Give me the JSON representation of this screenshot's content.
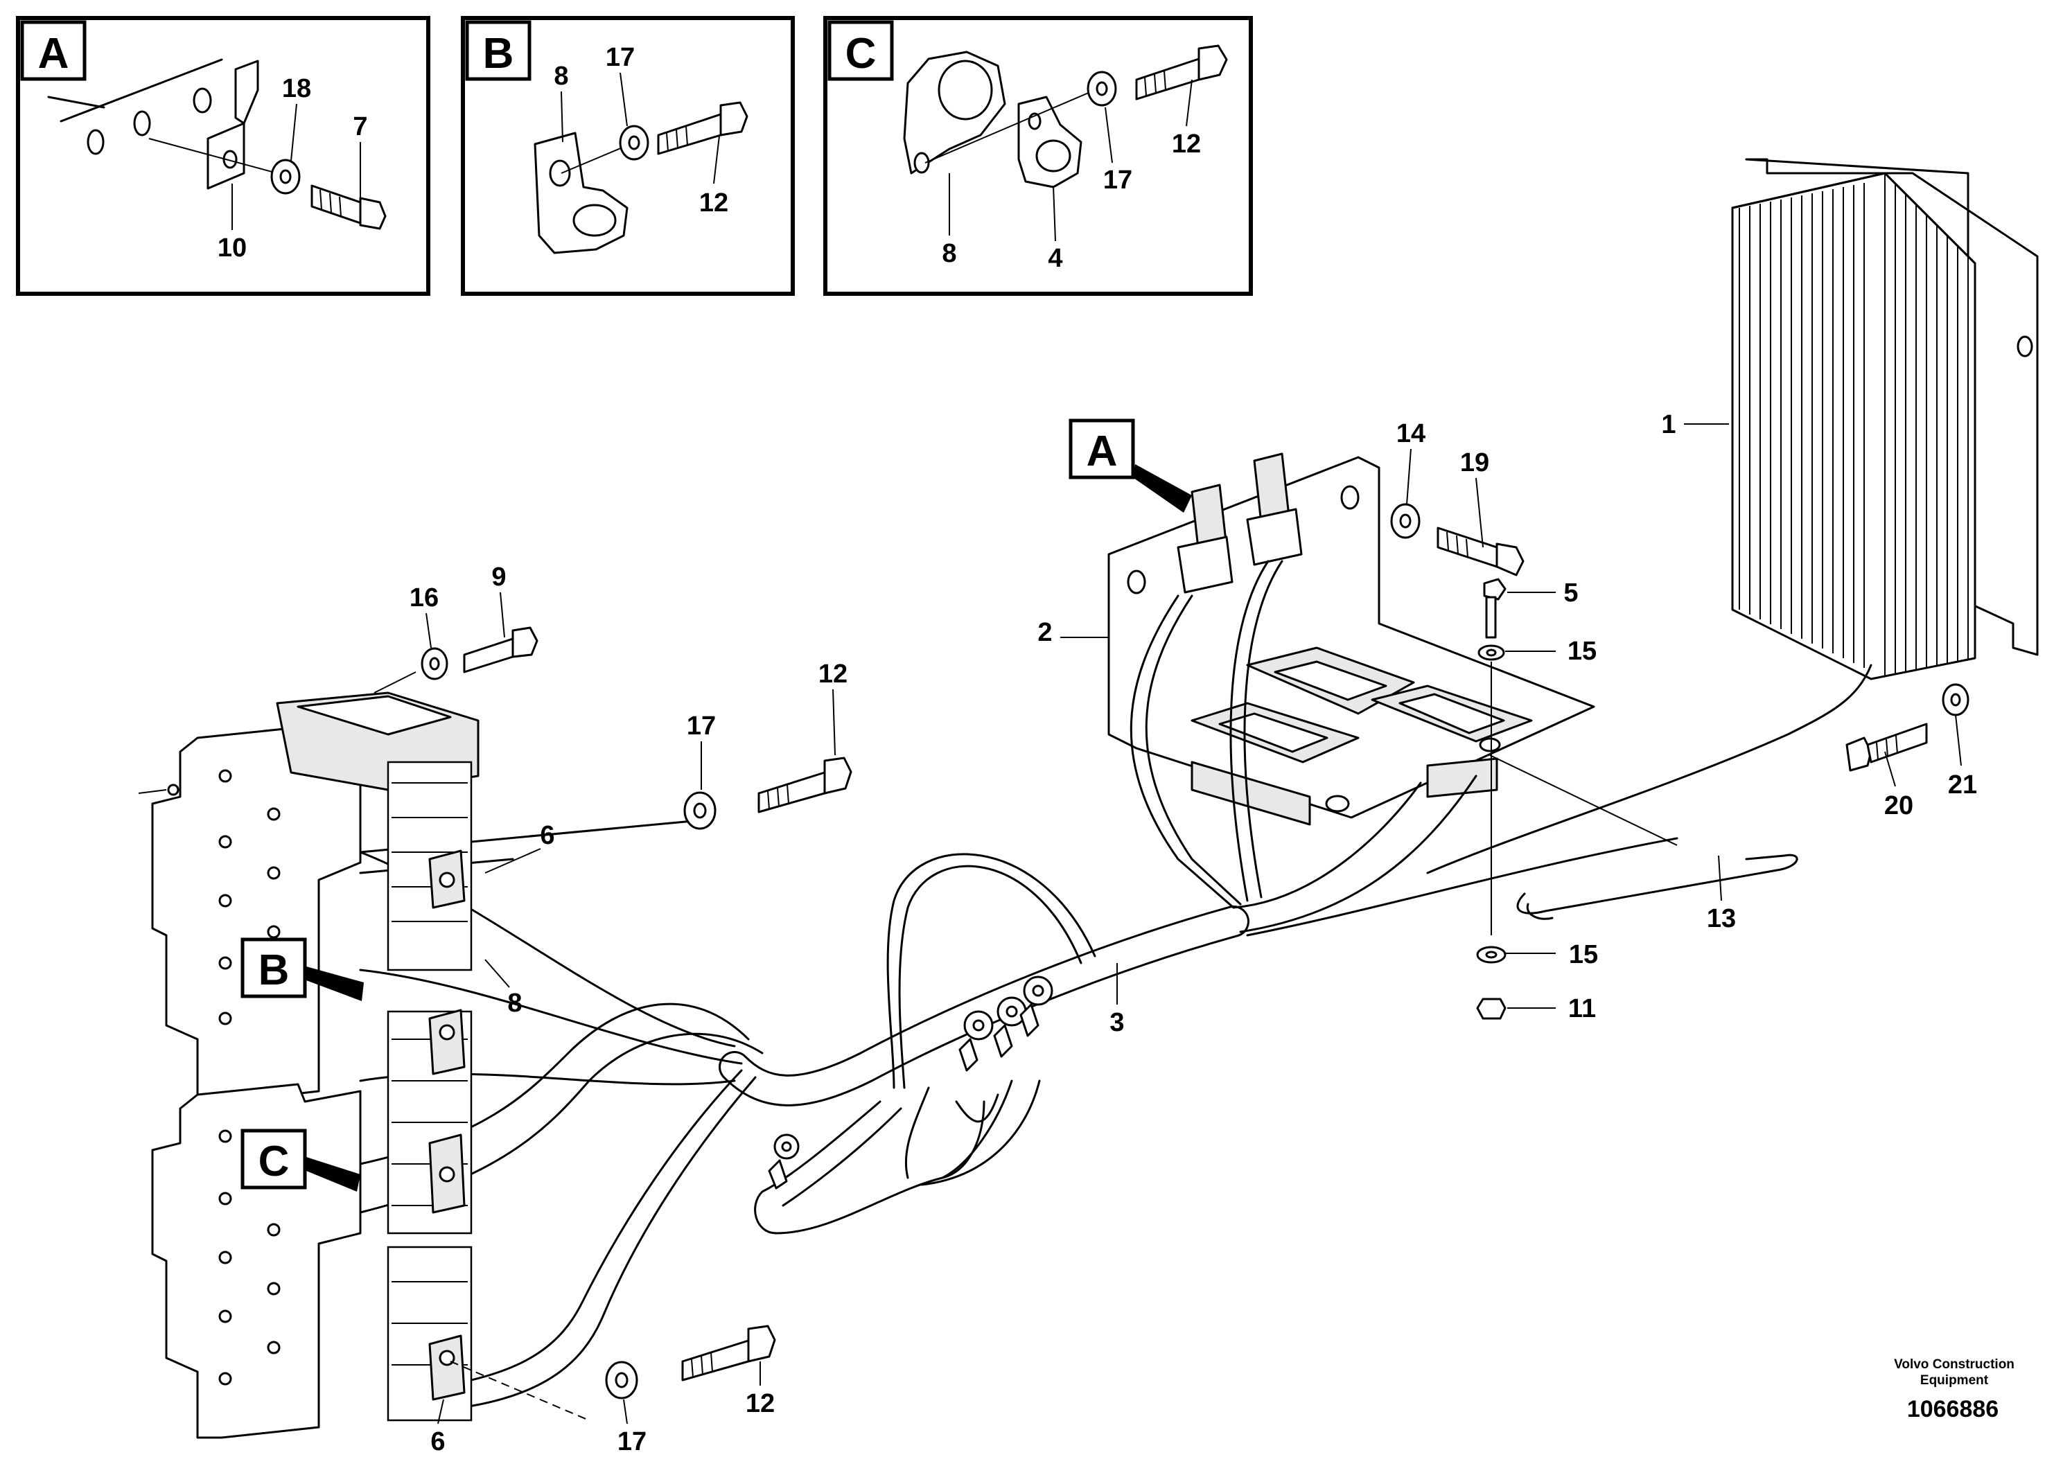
{
  "detail_boxes": [
    {
      "label": "A",
      "callouts": [
        "18",
        "7",
        "10"
      ]
    },
    {
      "label": "B",
      "callouts": [
        "8",
        "17",
        "12"
      ]
    },
    {
      "label": "C",
      "callouts": [
        "12",
        "17",
        "8",
        "4"
      ]
    }
  ],
  "markers": {
    "a": "A",
    "b": "B",
    "c": "C"
  },
  "callouts": {
    "n1": "1",
    "n2": "2",
    "n3": "3",
    "n5": "5",
    "n6a": "6",
    "n6b": "6",
    "n8": "8",
    "n9": "9",
    "n11": "11",
    "n12a": "12",
    "n12b": "12",
    "n13": "13",
    "n14": "14",
    "n15a": "15",
    "n15b": "15",
    "n16": "16",
    "n17a": "17",
    "n17b": "17",
    "n19": "19",
    "n20": "20",
    "n21": "21"
  },
  "credit": {
    "line1": "Volvo Construction",
    "line2": "Equipment"
  },
  "drawing_number": "1066886"
}
